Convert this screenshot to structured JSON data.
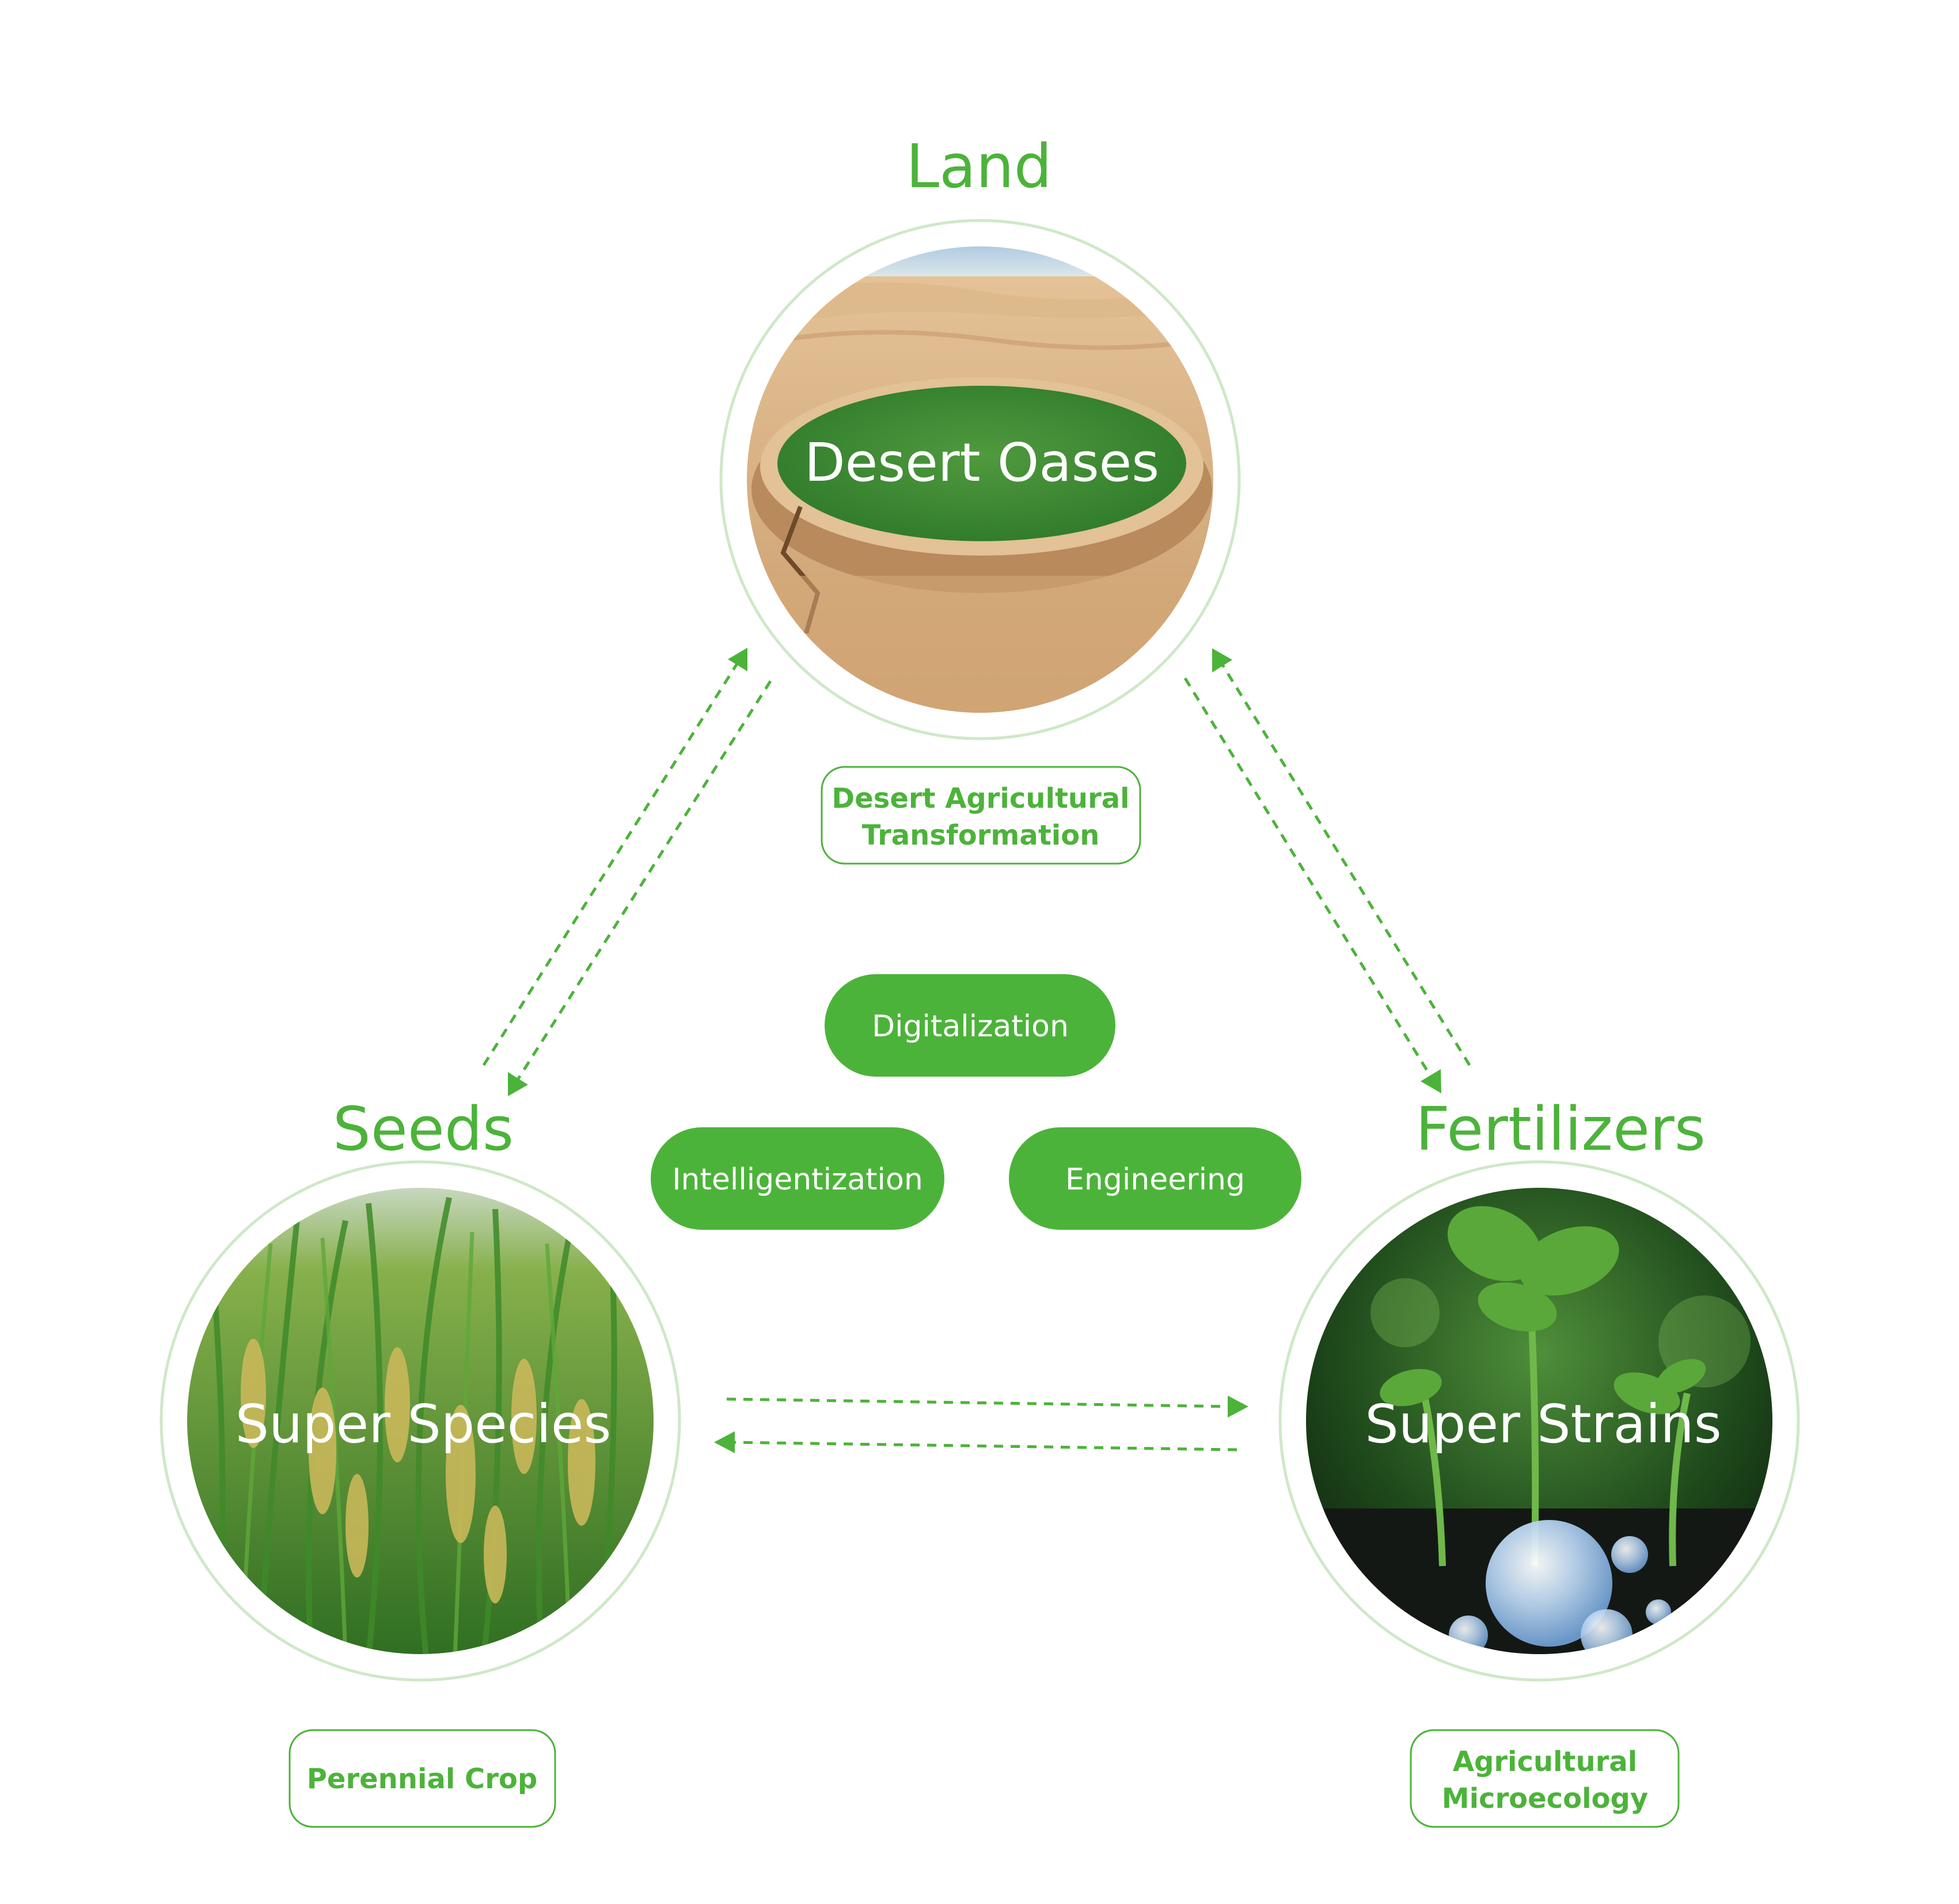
{
  "colors": {
    "accent": "#4cb33a",
    "ring": "#cfe8c8"
  },
  "nodes": {
    "land": {
      "title": "Land",
      "photo_label": "Desert Oases",
      "box_lines": [
        "Desert Agricultural",
        "Transformation"
      ],
      "image_icon": "desert-oasis-photo"
    },
    "seeds": {
      "title": "Seeds",
      "photo_label": "Super Species",
      "box_lines": [
        "Perennial Crop"
      ],
      "image_icon": "rice-field-photo"
    },
    "fertilizers": {
      "title": "Fertilizers",
      "photo_label": "Super Strains",
      "box_lines": [
        "Agricultural",
        "Microecology"
      ],
      "image_icon": "seedling-microbe-photo"
    }
  },
  "center": {
    "pills": [
      "Digitalization",
      "Intelligentization",
      "Engineering"
    ]
  },
  "connections": [
    {
      "from": "land",
      "to": "seeds",
      "direction": "bidirectional"
    },
    {
      "from": "land",
      "to": "fertilizers",
      "direction": "bidirectional"
    },
    {
      "from": "seeds",
      "to": "fertilizers",
      "direction": "bidirectional"
    }
  ]
}
